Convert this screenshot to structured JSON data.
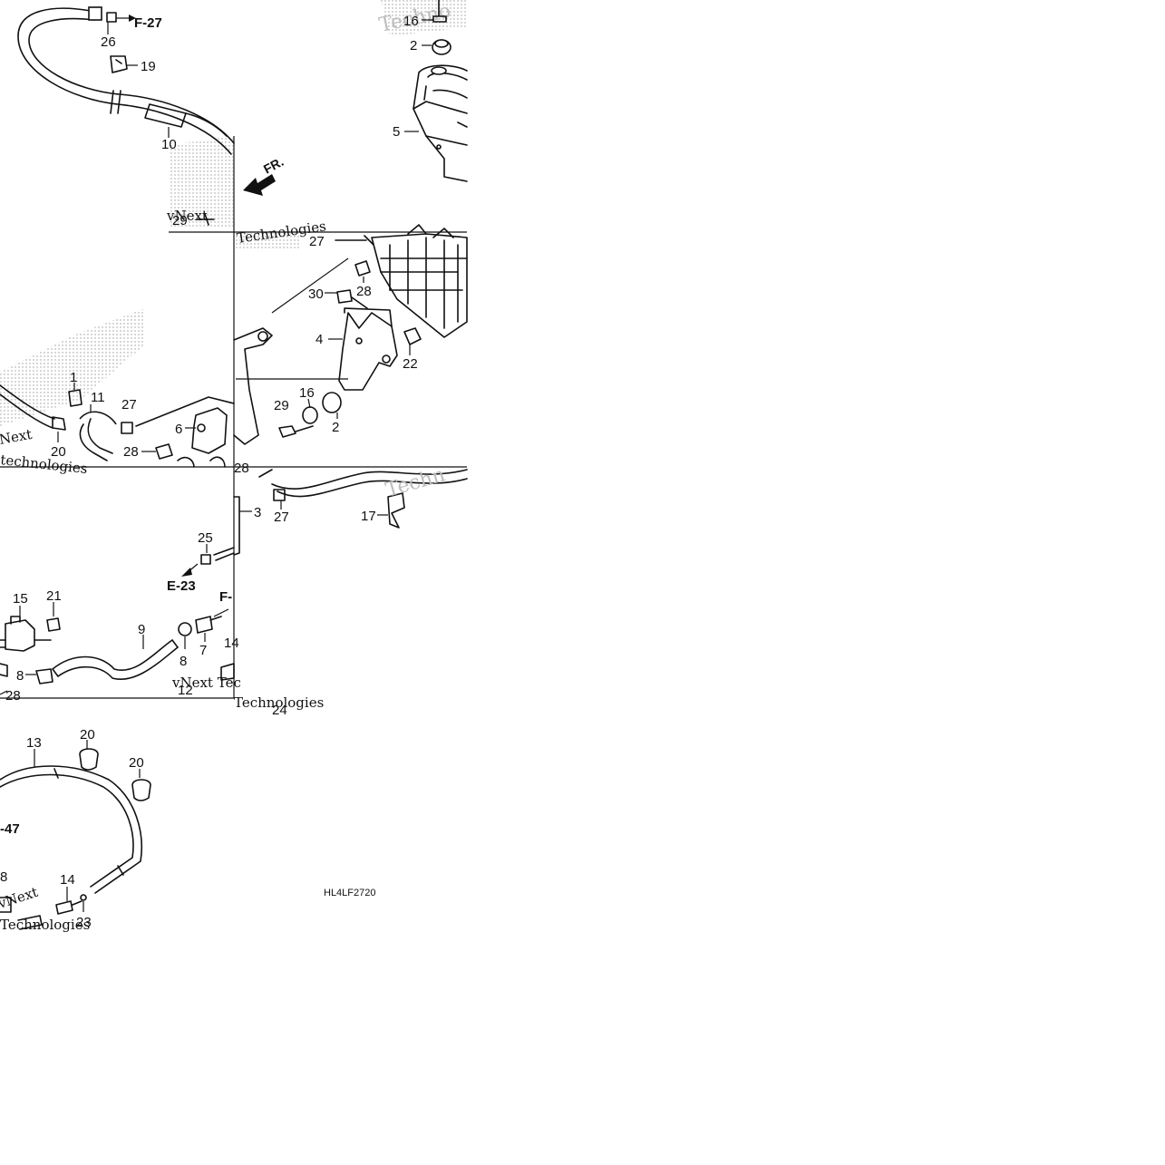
{
  "diagram": {
    "drawing_code": "HL4LF2720",
    "front_marker": "FR.",
    "watermarks": {
      "vnext": "vNext",
      "technologies": "Technologies",
      "vnext_tech": "vNext Tec",
      "technologies_2": "Technologies",
      "technologies_3": "technologies",
      "technologies_4": "Technologies",
      "techn": "Techn",
      "techno": "Techno",
      "next": "Next",
      "vnext_2": "vNext"
    },
    "references": {
      "f27": "F-27",
      "e23": "E-23",
      "f_cut": "F-",
      "f47": "-47"
    },
    "callouts": [
      "26",
      "19",
      "10",
      "29",
      "16",
      "2",
      "5",
      "27",
      "28",
      "30",
      "4",
      "22",
      "29",
      "16",
      "2",
      "1",
      "11",
      "27",
      "6",
      "28",
      "20",
      "28",
      "27",
      "17",
      "3",
      "25",
      "15",
      "21",
      "9",
      "8",
      "7",
      "14",
      "12",
      "24",
      "8",
      "28",
      "13",
      "20",
      "20",
      "14",
      "23",
      "8"
    ],
    "colors": {
      "line": "#111111",
      "watermark": "#bdbdbd"
    }
  }
}
